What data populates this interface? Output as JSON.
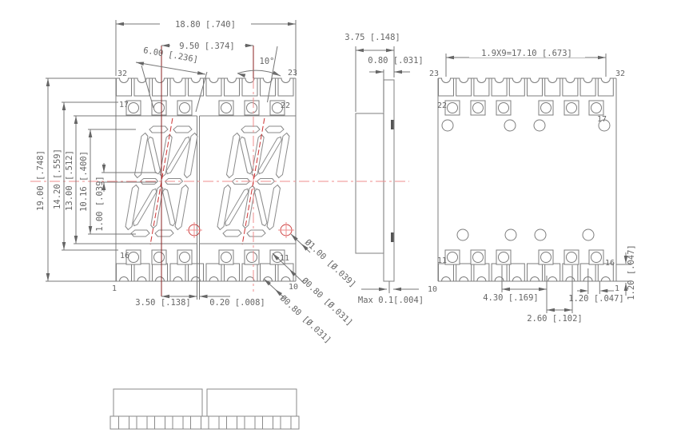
{
  "front": {
    "dims": {
      "overall_width": "18.80 [.740]",
      "digit_pitch": "9.50 [.374]",
      "char_width": "6.00 [.236]",
      "slant_angle": "10°",
      "overall_height": "19.00 [.748]",
      "pad_row_span": "14.20 [.559]",
      "module_height": "13.00 [.512]",
      "char_height": "10.16 [.400]",
      "center_gap": "1.00 [.039]",
      "dp_offset": "3.50 [.138]",
      "module_gap": "0.20 [.008]",
      "dp_diameter": "Ø1.00 [Ø.039]",
      "pad_hole_diameter": "Ø0.80 [Ø.031]",
      "castellation_diameter": "Ø0.80 [Ø.031]"
    },
    "pin_labels": {
      "top_left": "32",
      "top_right": "23",
      "upper_pad_left": "17",
      "upper_pad_right": "22",
      "lower_pad_left": "16",
      "lower_pad_right": "11",
      "bottom_left": "1",
      "bottom_right": "10"
    }
  },
  "side": {
    "dims": {
      "overall_depth": "3.75 [.148]",
      "pcb_thickness": "0.80 [.031]",
      "coplanarity": "Max 0.1[.004]"
    }
  },
  "back": {
    "dims": {
      "pin_span": "1.9X9=17.10 [.673]",
      "hole_pitch": "4.30 [.169]",
      "pad_edge_offset": "1.20 [.047]",
      "hole_offset": "2.60 [.102]",
      "pad_bottom_offset": "1.20 [.047]"
    },
    "pin_labels": {
      "top_left": "23",
      "top_right": "32",
      "upper_pad_left": "22",
      "upper_pad_right": "17",
      "lower_pad_left": "11",
      "lower_pad_right": "16",
      "bottom_left": "10",
      "bottom_right": "1"
    }
  },
  "colors": {
    "line_gray": "#7d7d7d",
    "text_gray": "#666666",
    "centerline_pink": "#ef8c8c",
    "accent_red": "#cc3333",
    "dark_red": "#8b2222"
  }
}
